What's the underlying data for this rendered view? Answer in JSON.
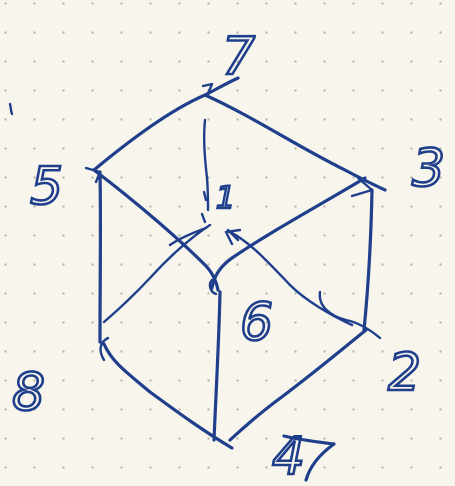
{
  "diagram": {
    "vertex_labels": {
      "top": "7",
      "upper_right": "3",
      "upper_left": "5",
      "hidden_center": "1",
      "front_center": "6",
      "lower_right": "2",
      "lower_left": "8",
      "bottom": "4"
    },
    "ink_color": "#1f3f8c",
    "paper_color": "#f8f6ec"
  }
}
